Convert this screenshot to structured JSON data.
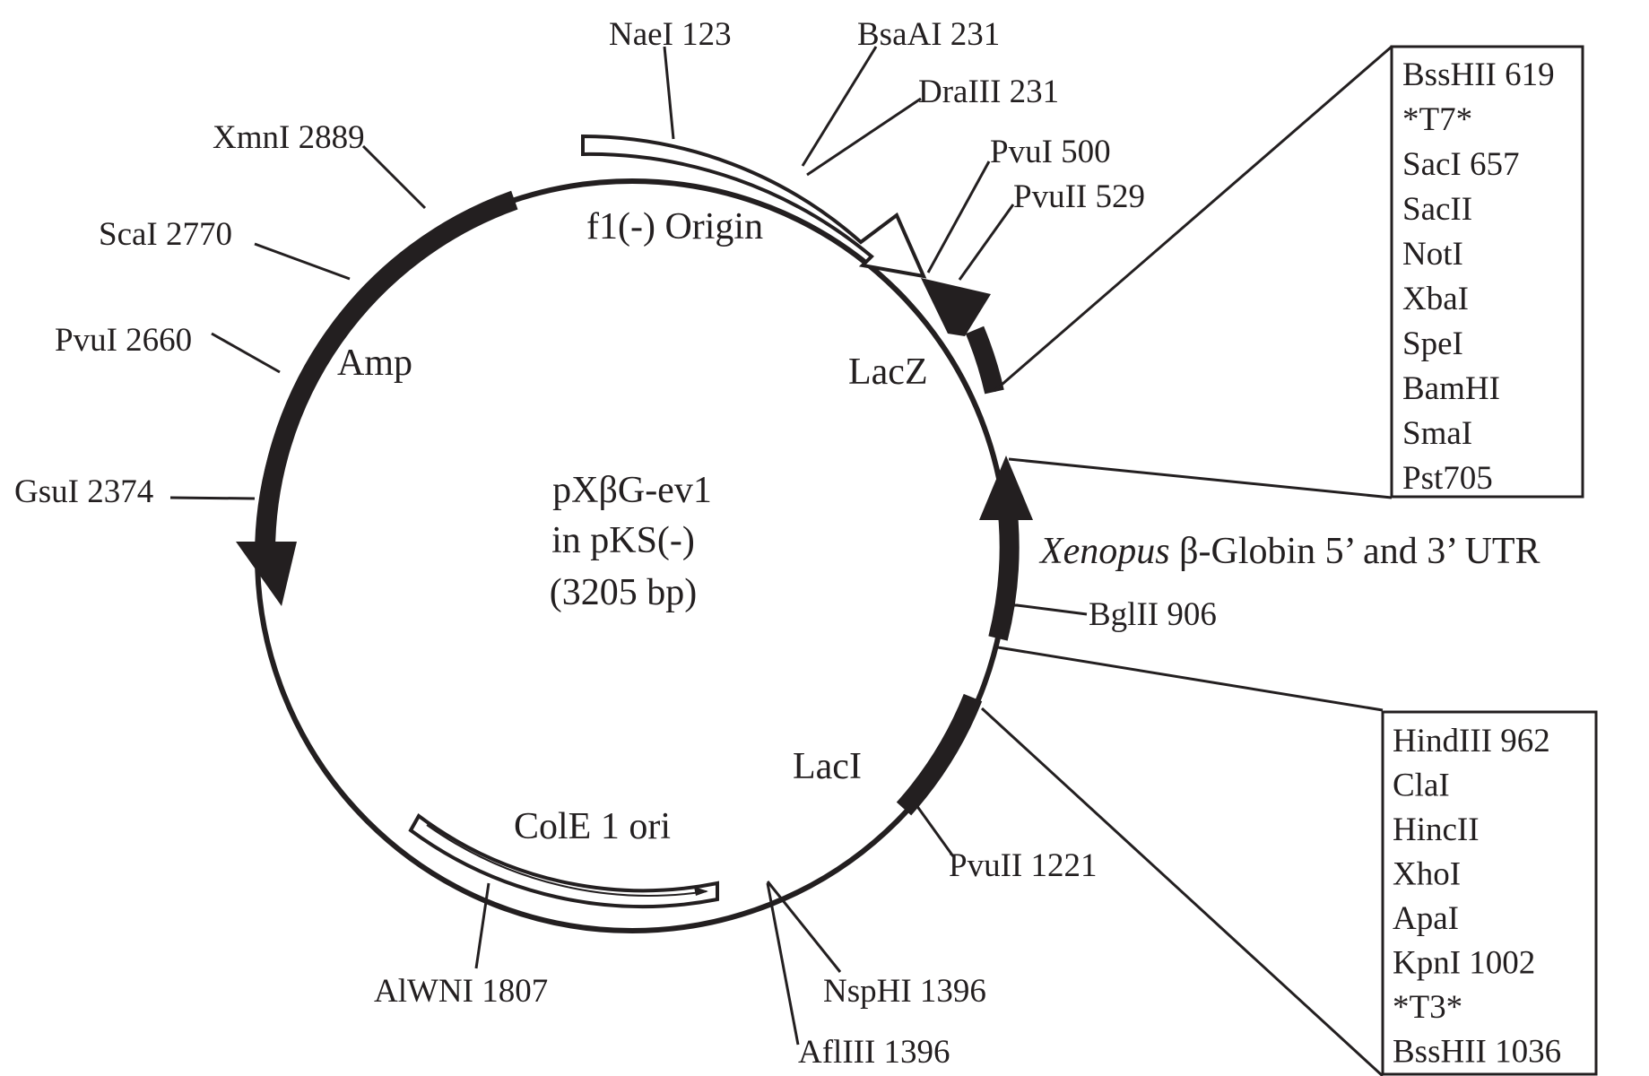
{
  "plasmid": {
    "name_line1": "pXβG-ev1",
    "name_line2": "in pKS(-)",
    "size_line": "(3205 bp)"
  },
  "features": {
    "f1_origin": "f1(-) Origin",
    "amp": "Amp",
    "lacz": "LacZ",
    "laci": "LacI",
    "cole1": "ColE 1 ori",
    "utr_italic": "Xenopus",
    "utr_rest": " β-Globin 5’ and 3’ UTR"
  },
  "sites": {
    "nae1": "NaeI 123",
    "bsaa1": "BsaAI 231",
    "dra3": "DraIII 231",
    "pvu1_500": "PvuI 500",
    "pvu2_529": "PvuII 529",
    "xmn1": "XmnI 2889",
    "sca1": "ScaI 2770",
    "pvu1_2660": "PvuI 2660",
    "gsu1": "GsuI 2374",
    "bgl2": "BglII 906",
    "pvu2_1221": "PvuII 1221",
    "nsph1": "NspHI 1396",
    "afl3": "AflIII 1396",
    "alwn1": "AlWNI 1807"
  },
  "mcs_upper": [
    "BssHII 619",
    "*T7*",
    "SacI 657",
    "SacII",
    "NotI",
    "XbaI",
    "SpeI",
    "BamHI",
    "SmaI",
    "Pst705"
  ],
  "mcs_lower": [
    "HindIII 962",
    "ClaI",
    "HincII",
    "XhoI",
    "ApaI",
    "KpnI 1002",
    "*T3*",
    "BssHII 1036"
  ],
  "colors": {
    "ink": "#231f20",
    "background": "#ffffff"
  }
}
